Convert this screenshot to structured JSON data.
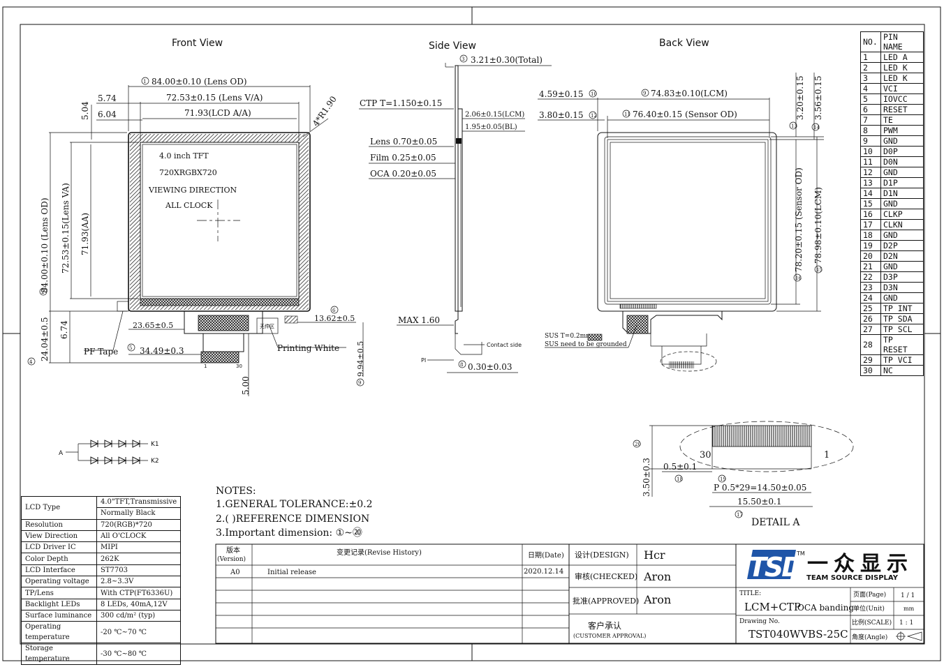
{
  "views": {
    "front": "Front View",
    "side": "Side View",
    "back": "Back View"
  },
  "front": {
    "lens_od_w": "84.00±0.10 (Lens OD)",
    "lens_va_w": "72.53±0.15 (Lens V/A)",
    "lcd_aa_w": "71.93(LCD A/A)",
    "d574": "5.74",
    "d604": "6.04",
    "d504": "5.04",
    "radius": "4*R1.90",
    "lens_od_h": "84.00±0.10 (Lens OD)",
    "lens_va_h": "72.53±0.15(Lens VA)",
    "aa_h": "71.93(AA)",
    "panel_text": [
      "4.0 inch TFT",
      "720XRGBX720",
      "VIEWING DIRECTION",
      "ALL CLOCK"
    ],
    "d2365": "23.65±0.5",
    "d1362": "13.62±0.5",
    "d3449": "34.49±0.3",
    "d674": "6.74",
    "d2404": "24.04±0.5",
    "pf_tape": "PF Tape",
    "printing_white": "Printing White",
    "d994": "9.94±0.5",
    "d500": "5.00",
    "fpc_pin1": "1",
    "fpc_pin30": "30"
  },
  "side": {
    "total": "3.21±0.30(Total)",
    "ctp": "CTP T=1.150±0.15",
    "lcm": "2.06±0.15(LCM)",
    "bl": "1.95±0.05(BL)",
    "lens": "Lens 0.70±0.05",
    "film": "Film 0.25±0.05",
    "oca": "OCA 0.20±0.05",
    "max": "MAX 1.60",
    "contact": "Contact side",
    "pi": "PI",
    "d030": "0.30±0.03"
  },
  "back": {
    "lcm_w": "74.83±0.10(LCM)",
    "sensor_w": "76.40±0.15 (Sensor OD)",
    "d459": "4.59±0.15",
    "d380": "3.80±0.15",
    "d320": "3.20±0.15",
    "d356": "3.56±0.15",
    "sensor_h": "78.20±0.15 (Sensor OD)",
    "lcm_h": "78.98±0.10(LCM)",
    "sus1": "SUS T=0.2mm",
    "sus2": "SUS need to be grounded"
  },
  "detail": {
    "title": "DETAIL A",
    "d350": "3.50±0.3",
    "d05": "0.5±0.1",
    "pitch": "P 0.5*29=14.50±0.05",
    "d1550": "15.50±0.1",
    "pin30": "30",
    "pin1": "1"
  },
  "circuit": {
    "a": "A",
    "k1": "K1",
    "k2": "K2"
  },
  "notes": {
    "title": "NOTES:",
    "lines": [
      "1.GENERAL TOLERANCE:±0.2",
      "2.(  )REFERENCE DIMENSION",
      "3.Important dimension:  ①~⑳"
    ]
  },
  "pins": {
    "header_no": "NO.",
    "header_name": "PIN NAME",
    "rows": [
      [
        "1",
        "LED A"
      ],
      [
        "2",
        "LED K"
      ],
      [
        "3",
        "LED K"
      ],
      [
        "4",
        "VCI"
      ],
      [
        "5",
        "IOVCC"
      ],
      [
        "6",
        "RESET"
      ],
      [
        "7",
        "TE"
      ],
      [
        "8",
        "PWM"
      ],
      [
        "9",
        "GND"
      ],
      [
        "10",
        "D0P"
      ],
      [
        "11",
        "D0N"
      ],
      [
        "12",
        "GND"
      ],
      [
        "13",
        "D1P"
      ],
      [
        "14",
        "D1N"
      ],
      [
        "15",
        "GND"
      ],
      [
        "16",
        "CLKP"
      ],
      [
        "17",
        "CLKN"
      ],
      [
        "18",
        "GND"
      ],
      [
        "19",
        "D2P"
      ],
      [
        "20",
        "D2N"
      ],
      [
        "21",
        "GND"
      ],
      [
        "22",
        "D3P"
      ],
      [
        "23",
        "D3N"
      ],
      [
        "24",
        "GND"
      ],
      [
        "25",
        "TP INT"
      ],
      [
        "26",
        "TP SDA"
      ],
      [
        "27",
        "TP SCL"
      ],
      [
        "28",
        "TP RESET"
      ],
      [
        "29",
        "TP VCI"
      ],
      [
        "30",
        "NC"
      ]
    ]
  },
  "specs": [
    [
      "LCD Type",
      "4.0\"TFT,Transmissive"
    ],
    [
      "",
      "Normally Black"
    ],
    [
      "Resolution",
      "720(RGB)*720"
    ],
    [
      "View Direction",
      "All O'CLOCK"
    ],
    [
      "LCD Driver IC",
      "MIPI"
    ],
    [
      "Color Depth",
      "262K"
    ],
    [
      "LCD Interface",
      "ST7703"
    ],
    [
      "Operating voltage",
      "2.8~3.3V"
    ],
    [
      "TP/Lens",
      "With CTP(FT6336U)"
    ],
    [
      "Backlight LEDs",
      "8 LEDs, 40mA,12V"
    ],
    [
      "Surface luminance",
      "300 cd/m² (typ)"
    ],
    [
      "Operating temperature",
      "-20 ℃~70 ℃"
    ],
    [
      "Storage temperature",
      "-30 ℃~80 ℃"
    ]
  ],
  "revision": {
    "h_version": "版本",
    "h_version_en": "(Version)",
    "h_history": "变更记录(Revise History)",
    "h_date": "日期(Date)",
    "rows": [
      [
        "A0",
        "Initial release",
        "2020.12.14"
      ]
    ]
  },
  "approval": {
    "design_label": "设计(DESIGN)",
    "design_name": "Hcr",
    "checked_label": "审核(CHECKED)",
    "checked_name": "Aron",
    "approved_label": "批准(APPROVED)",
    "approved_name": "Aron",
    "customer_label": "客户承认",
    "customer_label_en": "(CUSTOMER APPROVAL)"
  },
  "title_block": {
    "logo_mark": "TSD",
    "tm": "TM",
    "brand_cn": "一众显示",
    "brand_en": "TEAM SOURCE DISPLAY",
    "title_label": "TITLE:",
    "title_main": "LCM+CTP",
    "title_sub": "OCA banding",
    "drawing_label": "Drawing No.",
    "drawing_no": "TST040WVBS-25C",
    "page_label": "页面(Page)",
    "page_value": "1 / 1",
    "unit_label": "单位(Unit)",
    "unit_value": "mm",
    "scale_label": "比例(SCALE)",
    "scale_value": "1 : 1",
    "angle_label": "角度(Angle)"
  },
  "colors": {
    "logo_blue": "#1f55a8",
    "line": "#111111"
  }
}
